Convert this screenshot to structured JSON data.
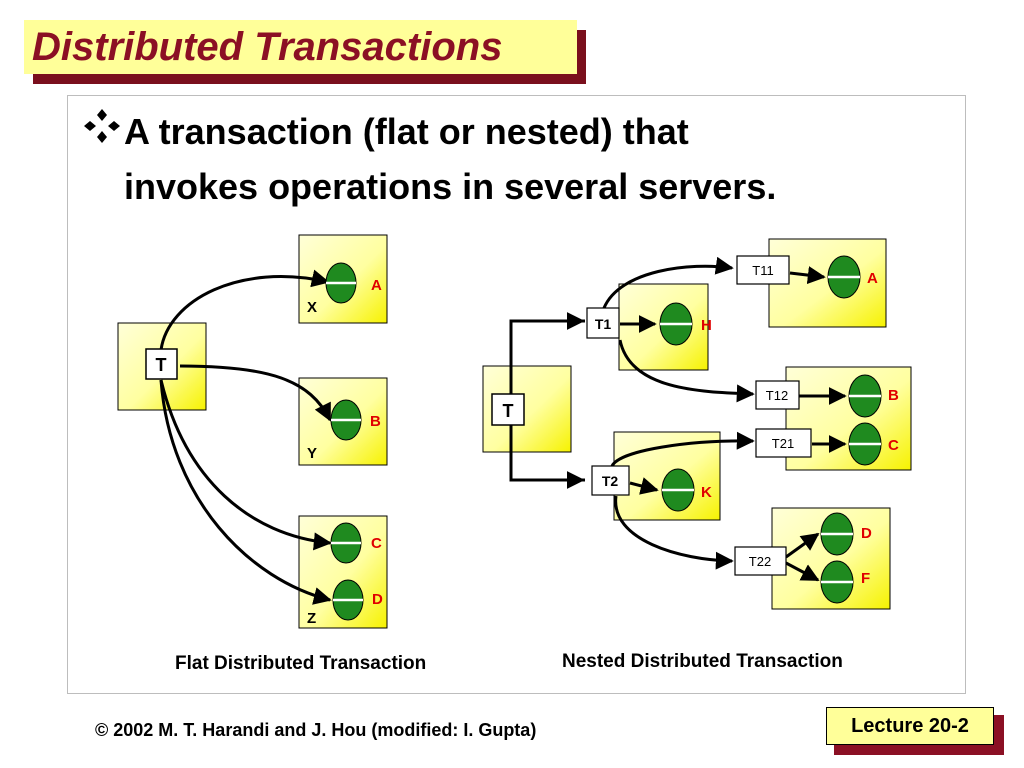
{
  "title": "Distributed Transactions",
  "bullet": {
    "icon": "diamond-flower-icon",
    "line1": "A transaction (flat or nested) that",
    "line2": "invokes operations in several servers."
  },
  "flat": {
    "caption": "Flat Distributed Transaction",
    "client_label": "T",
    "servers": [
      {
        "name": "X",
        "objects": [
          "A"
        ]
      },
      {
        "name": "Y",
        "objects": [
          "B"
        ]
      },
      {
        "name": "Z",
        "objects": [
          "C",
          "D"
        ]
      }
    ]
  },
  "nested": {
    "caption": "Nested Distributed Transaction",
    "client_label": "T",
    "subtransactions": [
      "T1",
      "T2",
      "T11",
      "T12",
      "T21",
      "T22"
    ],
    "objects": [
      "A",
      "H",
      "B",
      "C",
      "K",
      "D",
      "F"
    ]
  },
  "colors": {
    "title_text": "#8b1024",
    "title_bg": "#ffff99",
    "shadow": "#7a0f1d",
    "object_fill": "#1f8a1f",
    "object_label": "#e00000"
  },
  "footer": "© 2002 M. T. Harandi and J. Hou (modified: I. Gupta)",
  "lecture": "Lecture 20-2"
}
